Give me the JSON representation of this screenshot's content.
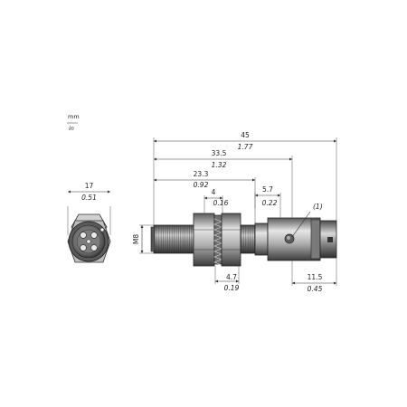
{
  "units": {
    "primary": "mm",
    "secondary": "in"
  },
  "dimensions": {
    "face_width": {
      "mm": "17",
      "in": "0.51"
    },
    "total_length": {
      "mm": "45",
      "in": "1.77"
    },
    "body_length": {
      "mm": "33.5",
      "in": "1.32"
    },
    "thread_length": {
      "mm": "23.3",
      "in": "0.92"
    },
    "nut_width": {
      "mm": "4",
      "in": "0.16"
    },
    "nut_gap": {
      "mm": "4.7",
      "in": "0.19"
    },
    "collar_length": {
      "mm": "5.7",
      "in": "0.22"
    },
    "connector_length": {
      "mm": "11.5",
      "in": "0.45"
    },
    "thread_size": "M8"
  },
  "callout": "(1)",
  "colors": {
    "line": "#333333",
    "body_dark": "#3a3a3a",
    "body_mid": "#8a8a8a",
    "body_light": "#d6d6d6"
  }
}
